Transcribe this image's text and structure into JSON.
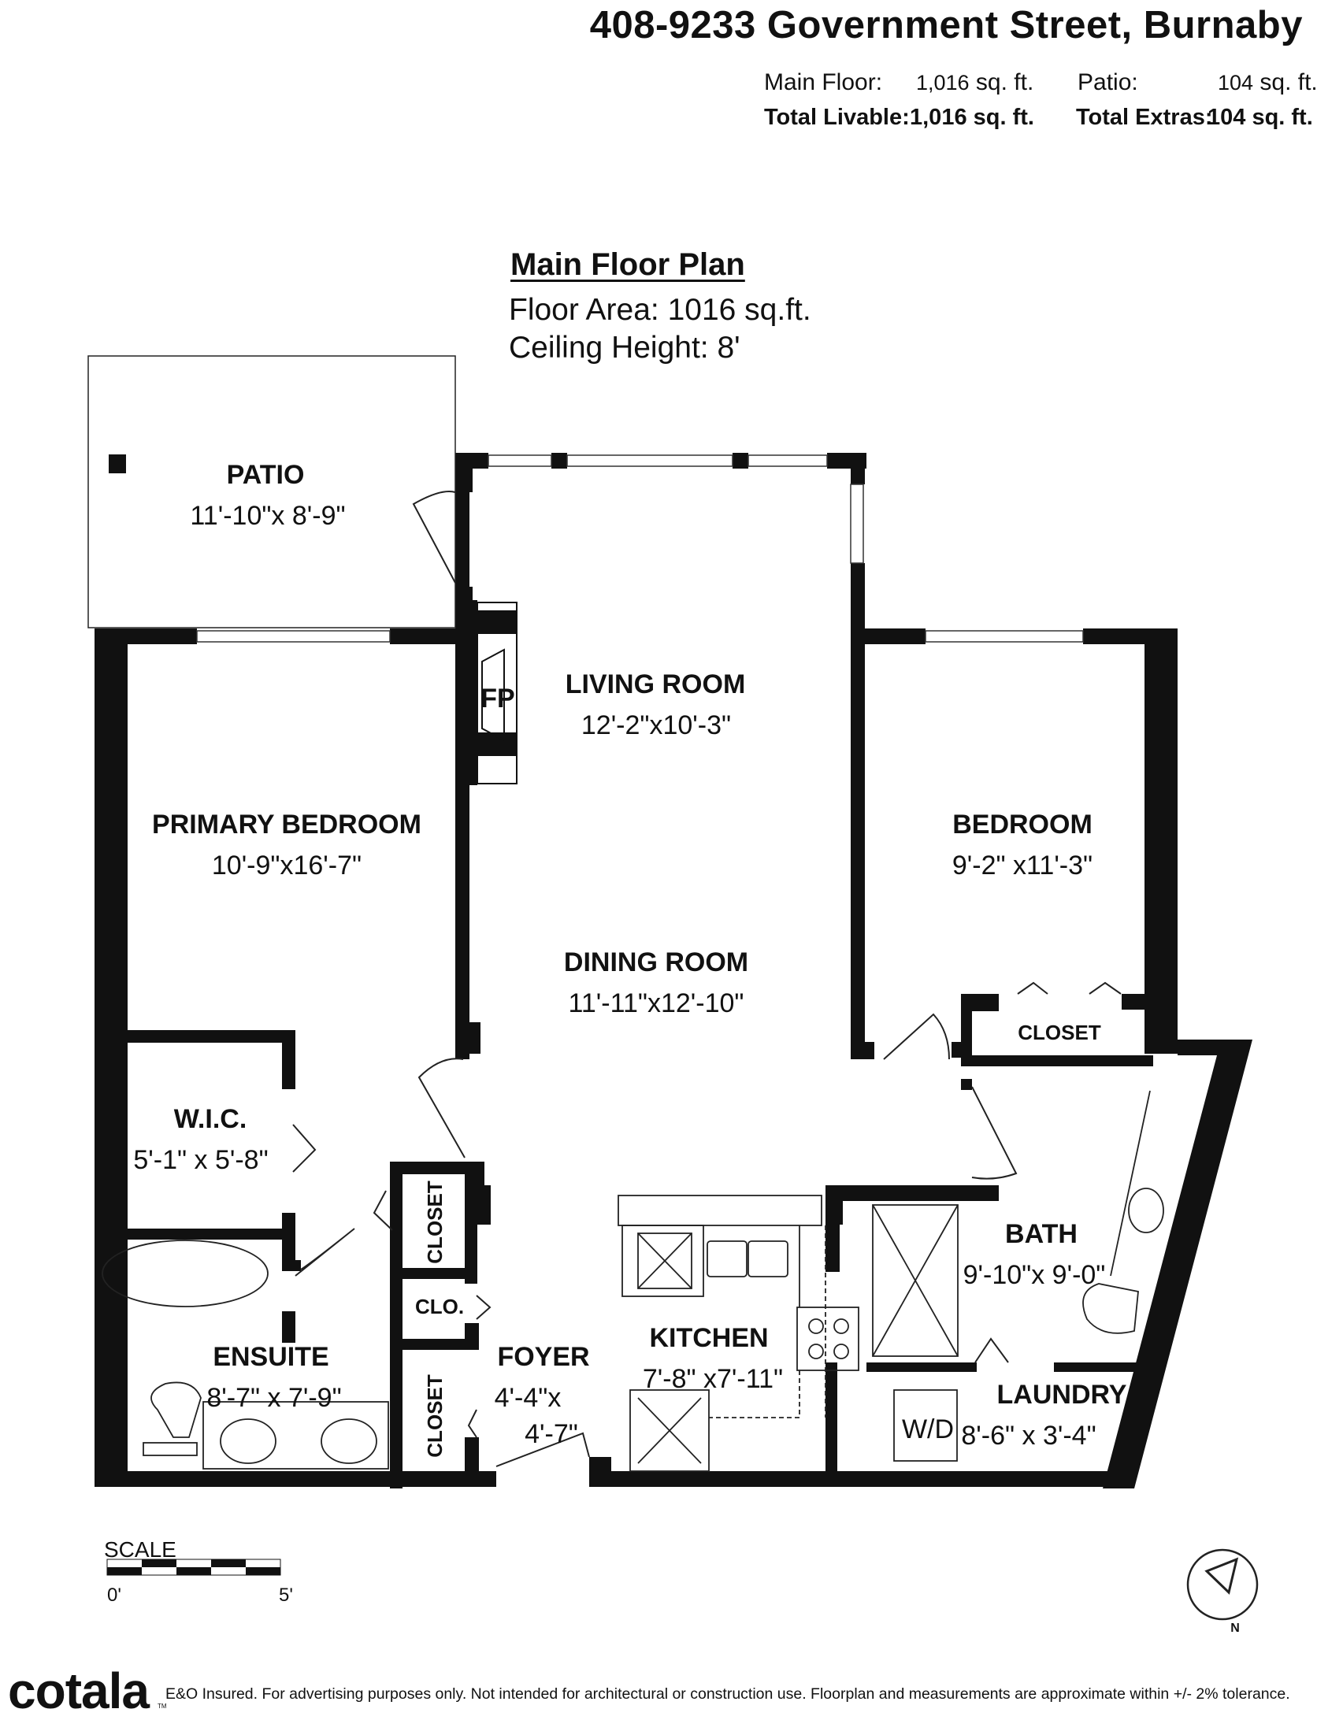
{
  "header": {
    "address": "408-9233 Government Street, Burnaby",
    "main_floor_label": "Main Floor:",
    "main_floor_value": "1,016",
    "main_floor_unit": "sq. ft.",
    "patio_label": "Patio:",
    "patio_value": "104",
    "patio_unit": "sq. ft.",
    "total_livable_label": "Total Livable:",
    "total_livable_value": "1,016 sq. ft.",
    "total_extras_label": "Total Extras:",
    "total_extras_value": "104 sq. ft."
  },
  "plan": {
    "title": "Main Floor Plan",
    "floor_area": "Floor Area: 1016 sq.ft.",
    "ceiling_height": "Ceiling Height: 8'"
  },
  "rooms": {
    "patio": {
      "name": "PATIO",
      "dims": "11'-10\"x 8'-9\""
    },
    "living": {
      "name": "LIVING ROOM",
      "dims": "12'-2\"x10'-3\""
    },
    "fireplace": {
      "name": "FP"
    },
    "primary": {
      "name": "PRIMARY BEDROOM",
      "dims": "10'-9\"x16'-7\""
    },
    "bedroom": {
      "name": "BEDROOM",
      "dims": "9'-2\" x11'-3\""
    },
    "dining": {
      "name": "DINING ROOM",
      "dims": "11'-11\"x12'-10\""
    },
    "closet_bed": {
      "name": "CLOSET"
    },
    "wic": {
      "name": "W.I.C.",
      "dims": "5'-1\" x 5'-8\""
    },
    "closet_a": {
      "name": "CLOSET"
    },
    "bath": {
      "name": "BATH",
      "dims": "9'-10\"x 9'-0\""
    },
    "clo": {
      "name": "CLO."
    },
    "ensuite": {
      "name": "ENSUITE",
      "dims": "8'-7\" x 7'-9\""
    },
    "foyer": {
      "name": "FOYER",
      "dims_a": "4'-4\"x",
      "dims_b": "4'-7\""
    },
    "kitchen": {
      "name": "KITCHEN",
      "dims": "7'-8\" x7'-11\""
    },
    "laundry": {
      "name": "LAUNDRY",
      "dims": "8'-6\" x 3'-4\""
    },
    "closet_b": {
      "name": "CLOSET"
    },
    "wd": {
      "name": "W/D"
    }
  },
  "scale": {
    "label": "SCALE",
    "start": "0'",
    "end": "5'"
  },
  "compass": {
    "label": "N"
  },
  "footer": {
    "brand": "cotala",
    "trademark": "TM",
    "disclaimer": "E&O Insured. For advertising purposes only. Not intended for architectural or construction use. Floorplan and measurements are approximate within +/- 2% tolerance."
  }
}
